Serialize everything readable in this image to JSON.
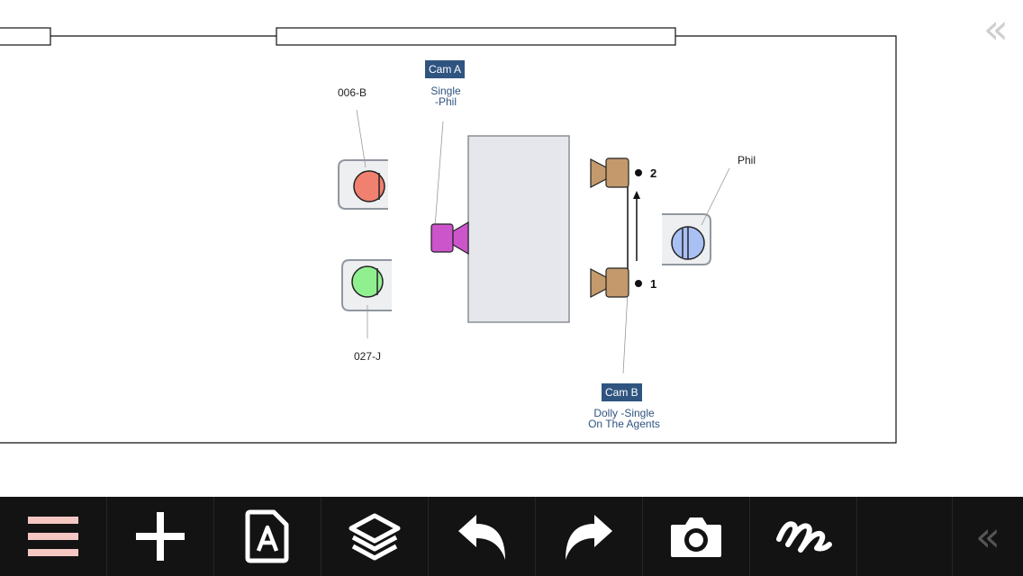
{
  "diagram": {
    "actors": [
      {
        "id": "006-B",
        "label": "006-B",
        "color": "#f08070"
      },
      {
        "id": "027-J",
        "label": "027-J",
        "color": "#90f090"
      },
      {
        "id": "phil",
        "label": "Phil",
        "color": "#a9c0f5"
      }
    ],
    "cameras": [
      {
        "tag": "Cam A",
        "description": "Single\n-Phil",
        "color": "#cc55cc"
      },
      {
        "tag": "Cam B",
        "description": "Dolly -Single\nOn The Agents",
        "color": "#c49a6c"
      }
    ],
    "dolly_positions": [
      "2",
      "1"
    ]
  },
  "toolbar": {
    "items": [
      {
        "name": "menu",
        "icon": "hamburger-menu-icon"
      },
      {
        "name": "add",
        "icon": "plus-icon"
      },
      {
        "name": "text",
        "icon": "text-document-icon"
      },
      {
        "name": "layers",
        "icon": "layers-icon"
      },
      {
        "name": "undo",
        "icon": "undo-icon"
      },
      {
        "name": "redo",
        "icon": "redo-icon"
      },
      {
        "name": "camera",
        "icon": "camera-icon"
      },
      {
        "name": "draw",
        "icon": "scribble-icon"
      }
    ],
    "collapse_glyph": "«"
  },
  "side_panel": {
    "collapse_glyph": "«"
  },
  "colors": {
    "toolbar_bg": "#131313",
    "menu_icon": "#f4c7c3",
    "tag_bg": "#2f5480",
    "table_fill": "#e5e7ec"
  }
}
